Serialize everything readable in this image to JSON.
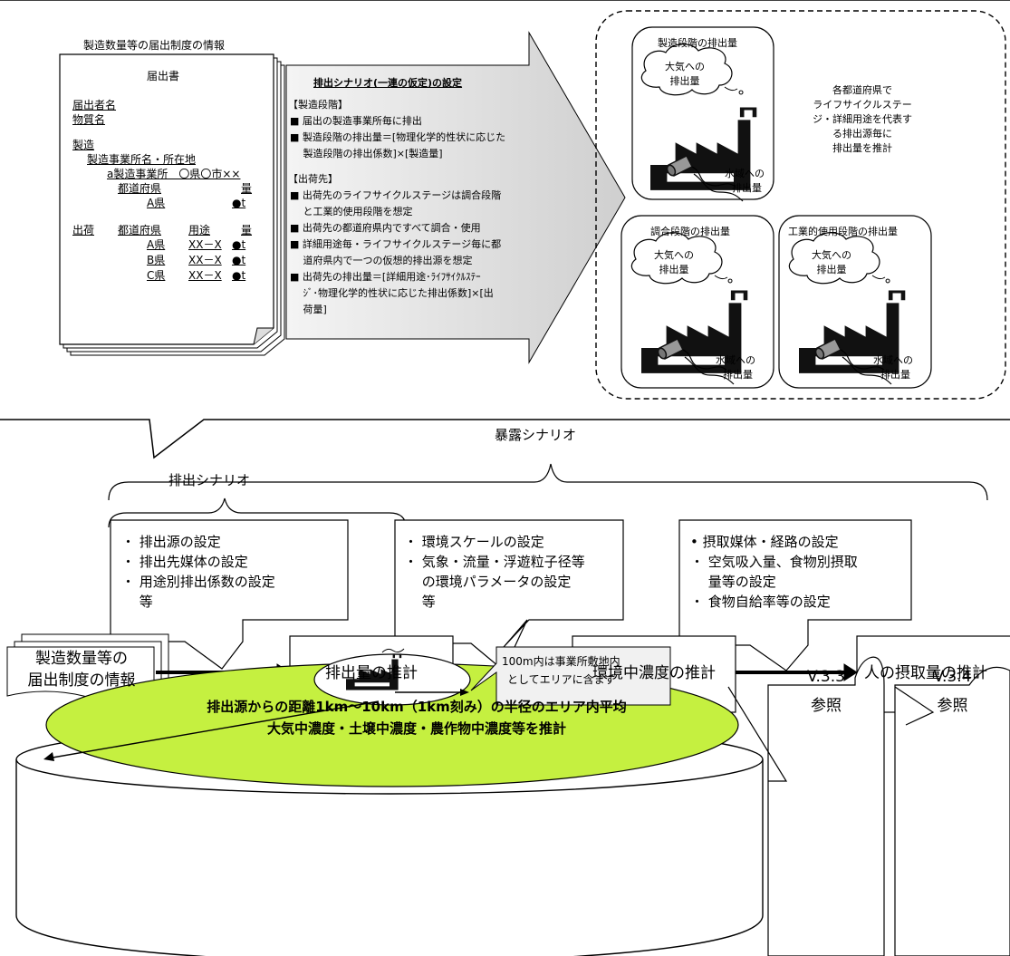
{
  "top_panel": {
    "form_caption": "製造数量等の届出制度の情報",
    "form": {
      "title": "届出書",
      "filer": "届出者名",
      "substance": "物質名",
      "manufacture": "製造",
      "site": "製造事業所名・所在地",
      "site_row": "a製造事業所　〇県〇市××",
      "pref_header": "都道府県",
      "qty_header": "量",
      "row_pref": "A県",
      "row_qty": "●t",
      "shipment": "出荷",
      "ship_pref_header": "都道府県",
      "ship_use_header": "用途",
      "ship_qty_header": "量",
      "ship_rows": [
        {
          "pref": "A県",
          "use": "XX－X",
          "qty": "●t"
        },
        {
          "pref": "B県",
          "use": "XX－X",
          "qty": "●t"
        },
        {
          "pref": "C県",
          "use": "XX－X",
          "qty": "●t"
        }
      ]
    },
    "scenario": {
      "title": "排出シナリオ(一連の仮定)の設定",
      "mfg_header": "【製造段階】",
      "mfg_items": [
        "■ 届出の製造事業所毎に排出",
        "■ 製造段階の排出量＝[物理化学的性状に応じた",
        "　 製造段階の排出係数]×[製造量]"
      ],
      "ship_header": "【出荷先】",
      "ship_items": [
        "■ 出荷先のライフサイクルステージは調合段階",
        "　 と工業的使用段階を想定",
        "■ 出荷先の都道府県内ですべて調合・使用",
        "■ 詳細用途毎・ライフサイクルステージ毎に都",
        "　 道府県内で一つの仮想的排出源を想定",
        "■ 出荷先の排出量＝[詳細用途･ﾗｲﾌｻｲｸﾙｽﾃｰ",
        "　 ｼﾞ･物理化学的性状に応じた排出係数]×[出",
        "　 荷量]"
      ]
    },
    "stages": {
      "manufacture": "製造段階の排出量",
      "blending": "調合段階の排出量",
      "industrial": "工業的使用段階の排出量",
      "air_lines": [
        "大気への",
        "排出量"
      ],
      "water_lines": [
        "水域への",
        "排出量"
      ]
    },
    "note_lines": [
      "各都道府県で",
      "ライフサイクルステー",
      "ジ・詳細用途を代表す",
      "る排出源毎に",
      "排出量を推計"
    ]
  },
  "exposure_label": "暴露シナリオ",
  "emission_label": "排出シナリオ",
  "callouts": {
    "emission": [
      "・ 排出源の設定",
      "・ 排出先媒体の設定",
      "・ 用途別排出係数の設定",
      "　 等"
    ],
    "environment": [
      "・ 環境スケールの設定",
      "・ 気象・流量・浮遊粒子径等",
      "　 の環境パラメータの設定",
      "　 等"
    ],
    "intake": [
      "• 摂取媒体・経路の設定",
      "・ 空気吸入量、食物別摂取",
      "　 量等の設定",
      "・ 食物自給率等の設定"
    ]
  },
  "flow": {
    "source_lines": [
      "製造数量等の",
      "届出制度の情報"
    ],
    "emission_estimate": "排出量の推計",
    "concentration_estimate": "環境中濃度の推計",
    "intake_estimate": "人の摂取量の推計"
  },
  "bottom": {
    "inner_note_lines": [
      "100m内は事業所敷地内",
      "としてエリアに含まず"
    ],
    "main_lines": [
      "排出源からの距離1km～10km（1km刻み）の半径のエリア内平均",
      "大気中濃度・土壌中濃度・農作物中濃度等を推計"
    ]
  },
  "refs": {
    "v333": [
      "V.3.3",
      "参照"
    ],
    "v334": [
      "V.3.4",
      "参照"
    ]
  },
  "colors": {
    "area_fill": "#c5f040",
    "arrow_fill": "#d9d9d9"
  }
}
